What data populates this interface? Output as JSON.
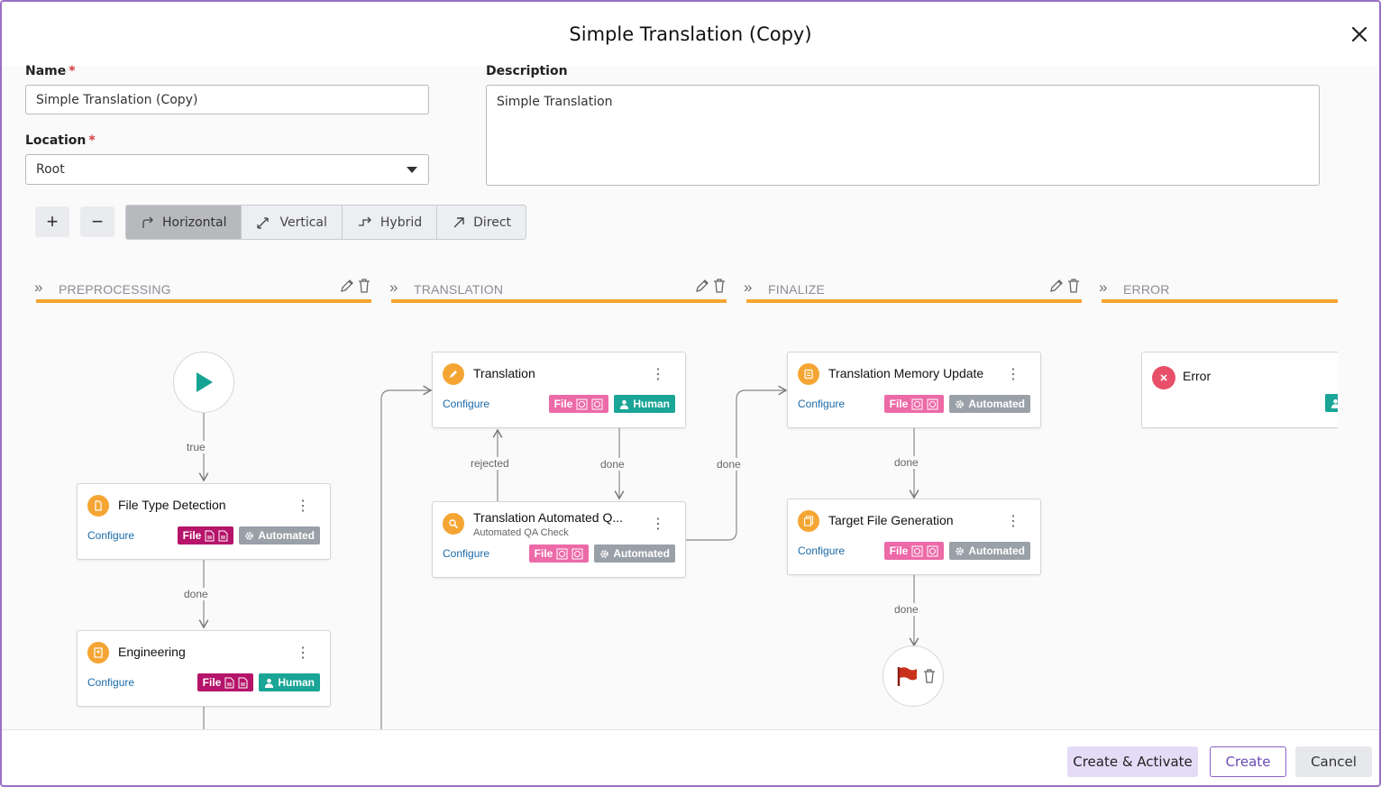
{
  "dialog": {
    "title": "Simple Translation (Copy)"
  },
  "form": {
    "name_label": "Name",
    "name_value": "Simple Translation (Copy)",
    "location_label": "Location",
    "location_value": "Root",
    "description_label": "Description",
    "description_value": "Simple Translation",
    "required_mark": "*"
  },
  "toolbar": {
    "zoom_in": "+",
    "zoom_out": "−",
    "layouts": [
      {
        "label": "Horizontal",
        "icon": "horizontal-layout-icon",
        "active": true
      },
      {
        "label": "Vertical",
        "icon": "vertical-layout-icon",
        "active": false
      },
      {
        "label": "Hybrid",
        "icon": "hybrid-layout-icon",
        "active": false
      },
      {
        "label": "Direct",
        "icon": "direct-layout-icon",
        "active": false
      }
    ]
  },
  "stages": [
    {
      "name": "PREPROCESSING",
      "editable": true
    },
    {
      "name": "TRANSLATION",
      "editable": true
    },
    {
      "name": "FINALIZE",
      "editable": true
    },
    {
      "name": "ERROR",
      "editable": false
    }
  ],
  "nodes": {
    "file_type_detection": {
      "title": "File Type Detection",
      "configure": "Configure",
      "file": "File",
      "mode": "Automated"
    },
    "engineering": {
      "title": "Engineering",
      "configure": "Configure",
      "file": "File",
      "mode": "Human"
    },
    "translation": {
      "title": "Translation",
      "configure": "Configure",
      "file": "File",
      "mode": "Human"
    },
    "qa_check": {
      "title": "Translation Automated Q...",
      "subtitle": "Automated QA Check",
      "configure": "Configure",
      "file": "File",
      "mode": "Automated"
    },
    "tm_update": {
      "title": "Translation Memory Update",
      "configure": "Configure",
      "file": "File",
      "mode": "Automated"
    },
    "target_file": {
      "title": "Target File Generation",
      "configure": "Configure",
      "file": "File",
      "mode": "Automated"
    },
    "error": {
      "title": "Error"
    }
  },
  "edges": {
    "true_label": "true",
    "done_label": "done",
    "rejected_label": "rejected"
  },
  "footer": {
    "create_activate": "Create & Activate",
    "create": "Create",
    "cancel": "Cancel"
  },
  "colors": {
    "accent": "#f5a533",
    "file_dark": "#b5146a",
    "file": "#ec6aa8",
    "human": "#1aa596",
    "automated": "#9aa0a8",
    "link": "#1a6aa8",
    "frame": "#9b6fc4"
  }
}
